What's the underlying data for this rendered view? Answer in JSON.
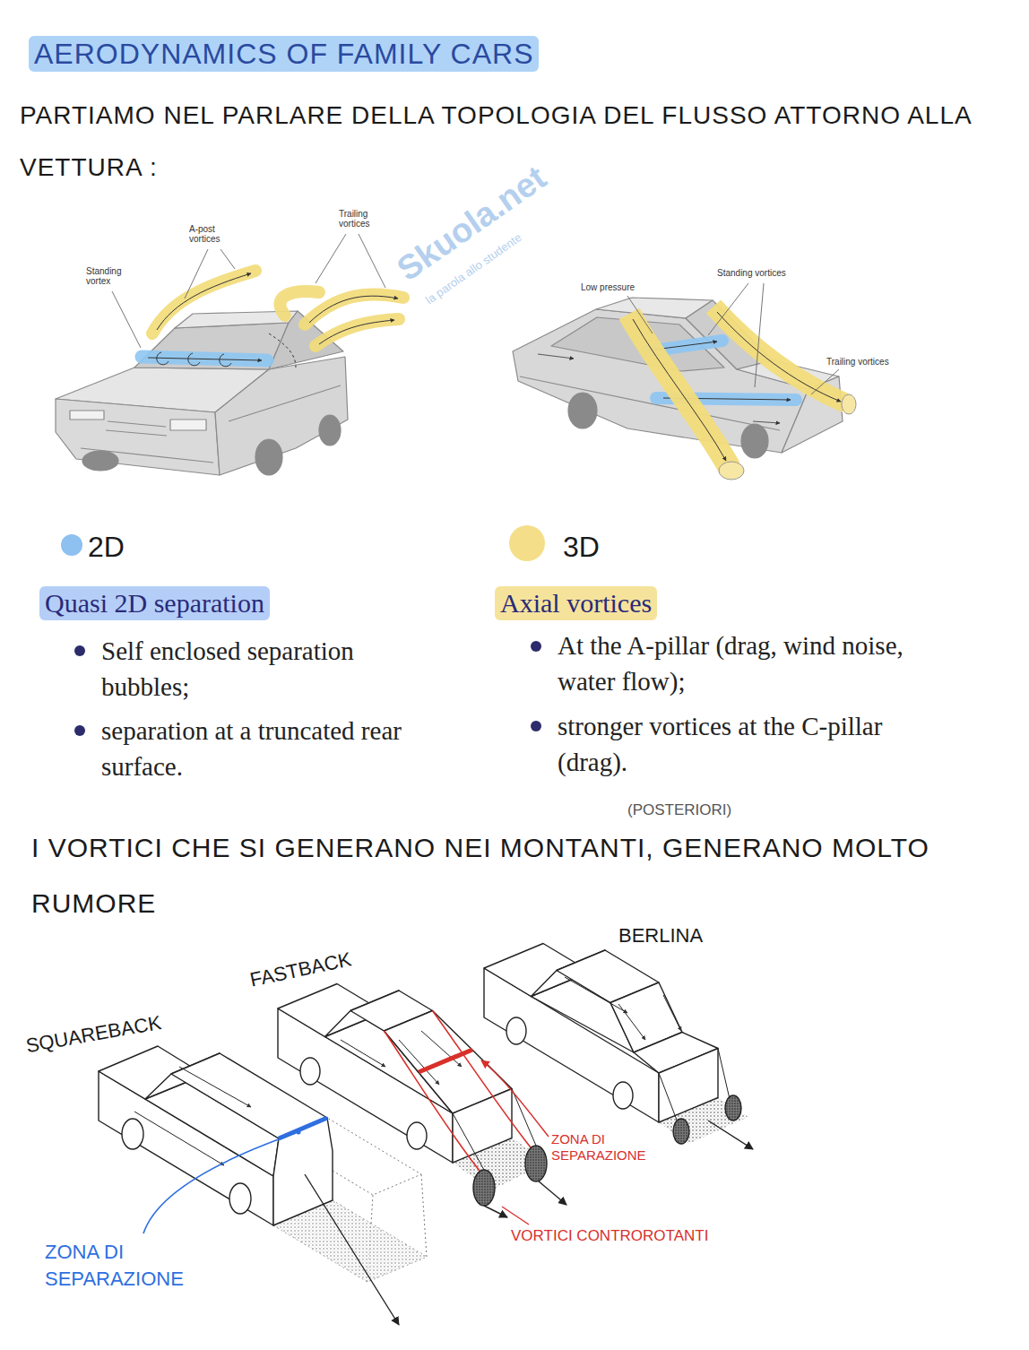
{
  "diagram": {
    "title": "AERODYNAMICS OF FAMILY CARS",
    "labels": [
      "PARTIAMO NEL PARLARE DELLA TOPOLOGIA DEL FLUSSO ATTORNO ALLA VETTURA :",
      "Skuola.net",
      "la parola allo studente",
      "Standing vortex",
      "A-post vortices",
      "Trailing vortices",
      "Low pressure",
      "Standing vortices",
      "Trailing vortices",
      "Quasi 2D separation",
      "Self enclosed separation bubbles;",
      "separation at a truncated rear surface.",
      "Axial vortices",
      "At the A-pillar (drag, wind noise, water flow);",
      "stronger vortices at the C-pillar (drag).",
      "(POSTERIORI)",
      "I VORTICI CHE SI GENERANO NEI MONTANTI, GENERANO MOLTO RUMORE",
      "BERLINA",
      "FASTBACK",
      "SQUAREBACK",
      "ZONA DI SEPARAZIONE",
      "VORTICI CONTROROTANTI",
      "ZONA DI SEPARAZIONE"
    ],
    "legend": [
      {
        "text": "2D",
        "color": "#8ec0f0"
      },
      {
        "text": "3D",
        "color": "#f5de8a"
      }
    ]
  }
}
